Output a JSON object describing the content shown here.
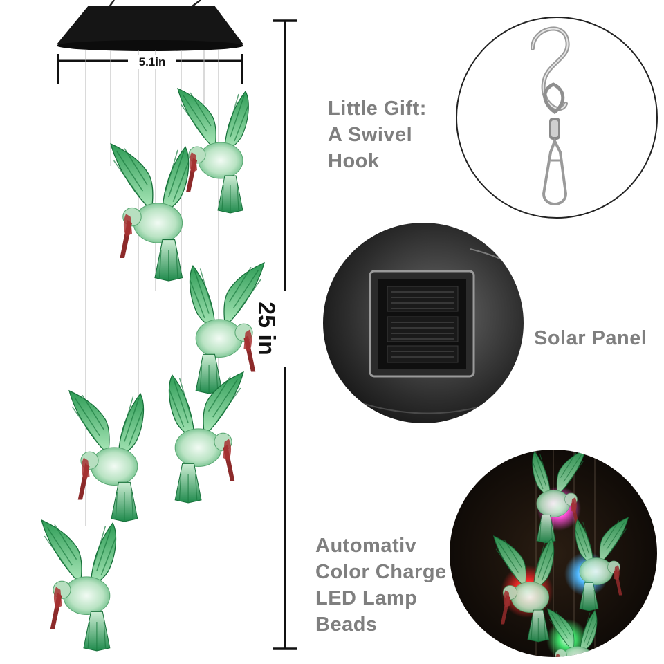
{
  "dimensions": {
    "width_label": "5.1in",
    "height_label": "25 in"
  },
  "features": {
    "hook_lines": [
      "Little Gift:",
      "A Swivel",
      "Hook"
    ],
    "solar_label": "Solar Panel",
    "led_lines": [
      "Automativ",
      "Color Charge",
      "LED Lamp",
      "Beads"
    ]
  },
  "colors": {
    "label_gray": "#7f7f7f",
    "bird_green": "#1f8a4c",
    "bird_beak": "#8c2a2a",
    "panel_black": "#141414"
  }
}
